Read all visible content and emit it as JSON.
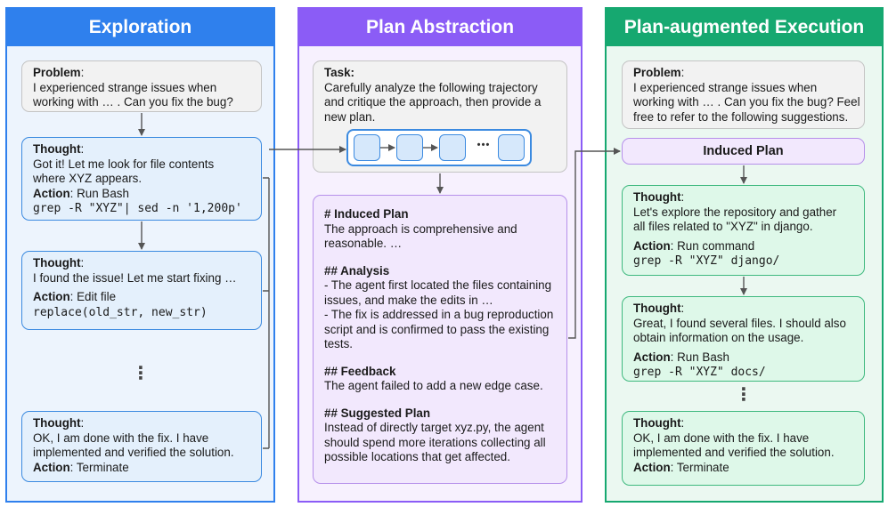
{
  "exploration": {
    "title": "Exploration",
    "problem": {
      "label": "Problem",
      "line1": "I experienced strange issues when",
      "line2": "working with … . Can you fix the bug?"
    },
    "step1": {
      "thought_label": "Thought",
      "line1": "Got it! Let me look for file contents",
      "line2": "where XYZ appears.",
      "action_label": "Action",
      "action": "Run Bash",
      "code": "grep -R \"XYZ\"| sed -n '1,200p'"
    },
    "step2": {
      "thought_label": "Thought",
      "line1": "I found the issue! Let me start fixing …",
      "action_label": "Action",
      "action": "Edit file",
      "code": "replace(old_str, new_str)"
    },
    "ellipsis": "⋮",
    "step3": {
      "thought_label": "Thought",
      "line1": "OK, I am done with the fix. I have",
      "line2": "implemented and verified the solution.",
      "action_label": "Action",
      "action": "Terminate"
    }
  },
  "plan_abstraction": {
    "title": "Plan Abstraction",
    "task": {
      "label": "Task:",
      "line1": "Carefully analyze the following trajectory",
      "line2": "and critique the approach, then provide a",
      "line3": "new plan."
    },
    "chain_ellipsis": "• • •",
    "output": {
      "h1": "# Induced Plan",
      "p1_line1": "The approach is comprehensive and",
      "p1_line2": "reasonable. …",
      "h2": "## Analysis",
      "p2_line1": "- The agent first located the files containing",
      "p2_line2": "issues, and make the edits in …",
      "p2_line3": "- The fix is addressed in a bug reproduction",
      "p2_line4": "script and is confirmed to pass the existing",
      "p2_line5": "tests.",
      "h3": "## Feedback",
      "p3_line1": "The agent failed to add a new edge case.",
      "h4": "## Suggested Plan",
      "p4_line1": "Instead of directly target xyz.py, the agent",
      "p4_line2": "should spend more iterations collecting all",
      "p4_line3": "possible locations that get affected."
    }
  },
  "execution": {
    "title": "Plan-augmented Execution",
    "problem": {
      "label": "Problem",
      "line1": "I experienced strange issues when",
      "line2": "working with … . Can you fix the bug? Feel",
      "line3": "free to refer to the following suggestions."
    },
    "induced_plan": "Induced Plan",
    "step1": {
      "thought_label": "Thought",
      "line1": "Let's explore the repository and gather",
      "line2": "all files related to \"XYZ\" in django.",
      "action_label": "Action",
      "action": "Run command",
      "code": "grep -R \"XYZ\" django/"
    },
    "step2": {
      "thought_label": "Thought",
      "line1": "Great, I found several files. I should also",
      "line2": "obtain information on the usage.",
      "action_label": "Action",
      "action": "Run Bash",
      "code": "grep -R \"XYZ\" docs/"
    },
    "ellipsis": "⋮",
    "step3": {
      "thought_label": "Thought",
      "line1": "OK, I am done with the fix. I have",
      "line2": "implemented and verified the solution.",
      "action_label": "Action",
      "action": "Terminate"
    }
  },
  "colors": {
    "exploration": "#2f80ed",
    "plan_abstraction": "#8b5cf6",
    "execution": "#16a870",
    "arrow": "#555555"
  }
}
